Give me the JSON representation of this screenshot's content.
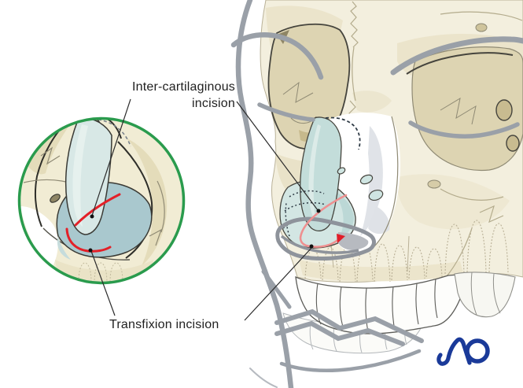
{
  "illustration": {
    "type": "medical-anatomy-diagram",
    "subject": "Skull with nasal cartilages showing endonasal incisions, with magnified inset",
    "labels": {
      "inter_cartilaginous_line1": "Inter-cartilaginous",
      "inter_cartilaginous_line2": "incision",
      "transfixion": "Transfixion incision"
    },
    "logo_text": "AO",
    "colors": {
      "background": "#ffffff",
      "bone": "#f3efde",
      "bone_shade": "#ebe4cb",
      "eye_socket": "#ddd4b2",
      "socket_recess": "#c6b98c",
      "cartilage_light": "#d8e8e6",
      "cartilage_mid": "#c3ddda",
      "cartilage_dark": "#a9c8ce",
      "incision_red": "#e32028",
      "incision_pink": "#ee9090",
      "soft_tissue_gray": "#9aa0a8",
      "outline_dark": "#45443d",
      "inset_ring_green": "#2a9b4d",
      "leader_line": "#2b2b2b",
      "label_text": "#1f1f1f",
      "logo_blue": "#1a3a99"
    }
  }
}
